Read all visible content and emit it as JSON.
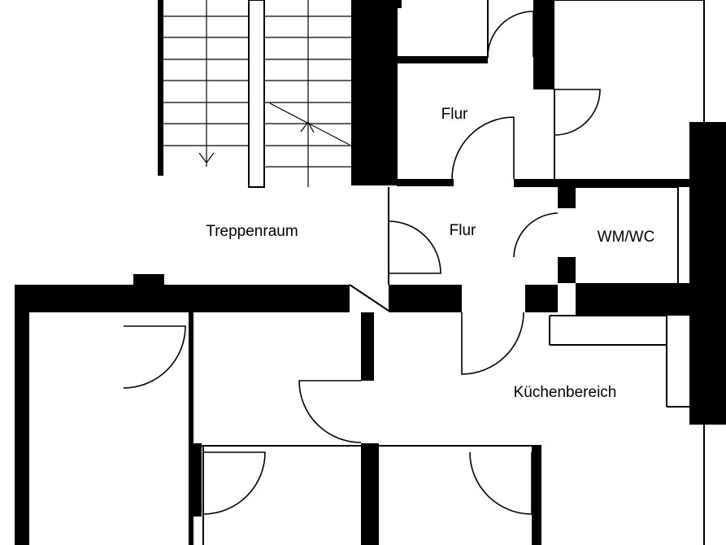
{
  "rooms": {
    "flur_upper": "Flur",
    "flur_lower": "Flur",
    "treppenraum": "Treppenraum",
    "wm_wc": "WM/WC",
    "kuechenbereich": "Küchenbereich"
  },
  "colors": {
    "wall": "#000000",
    "background": "#ffffff"
  }
}
